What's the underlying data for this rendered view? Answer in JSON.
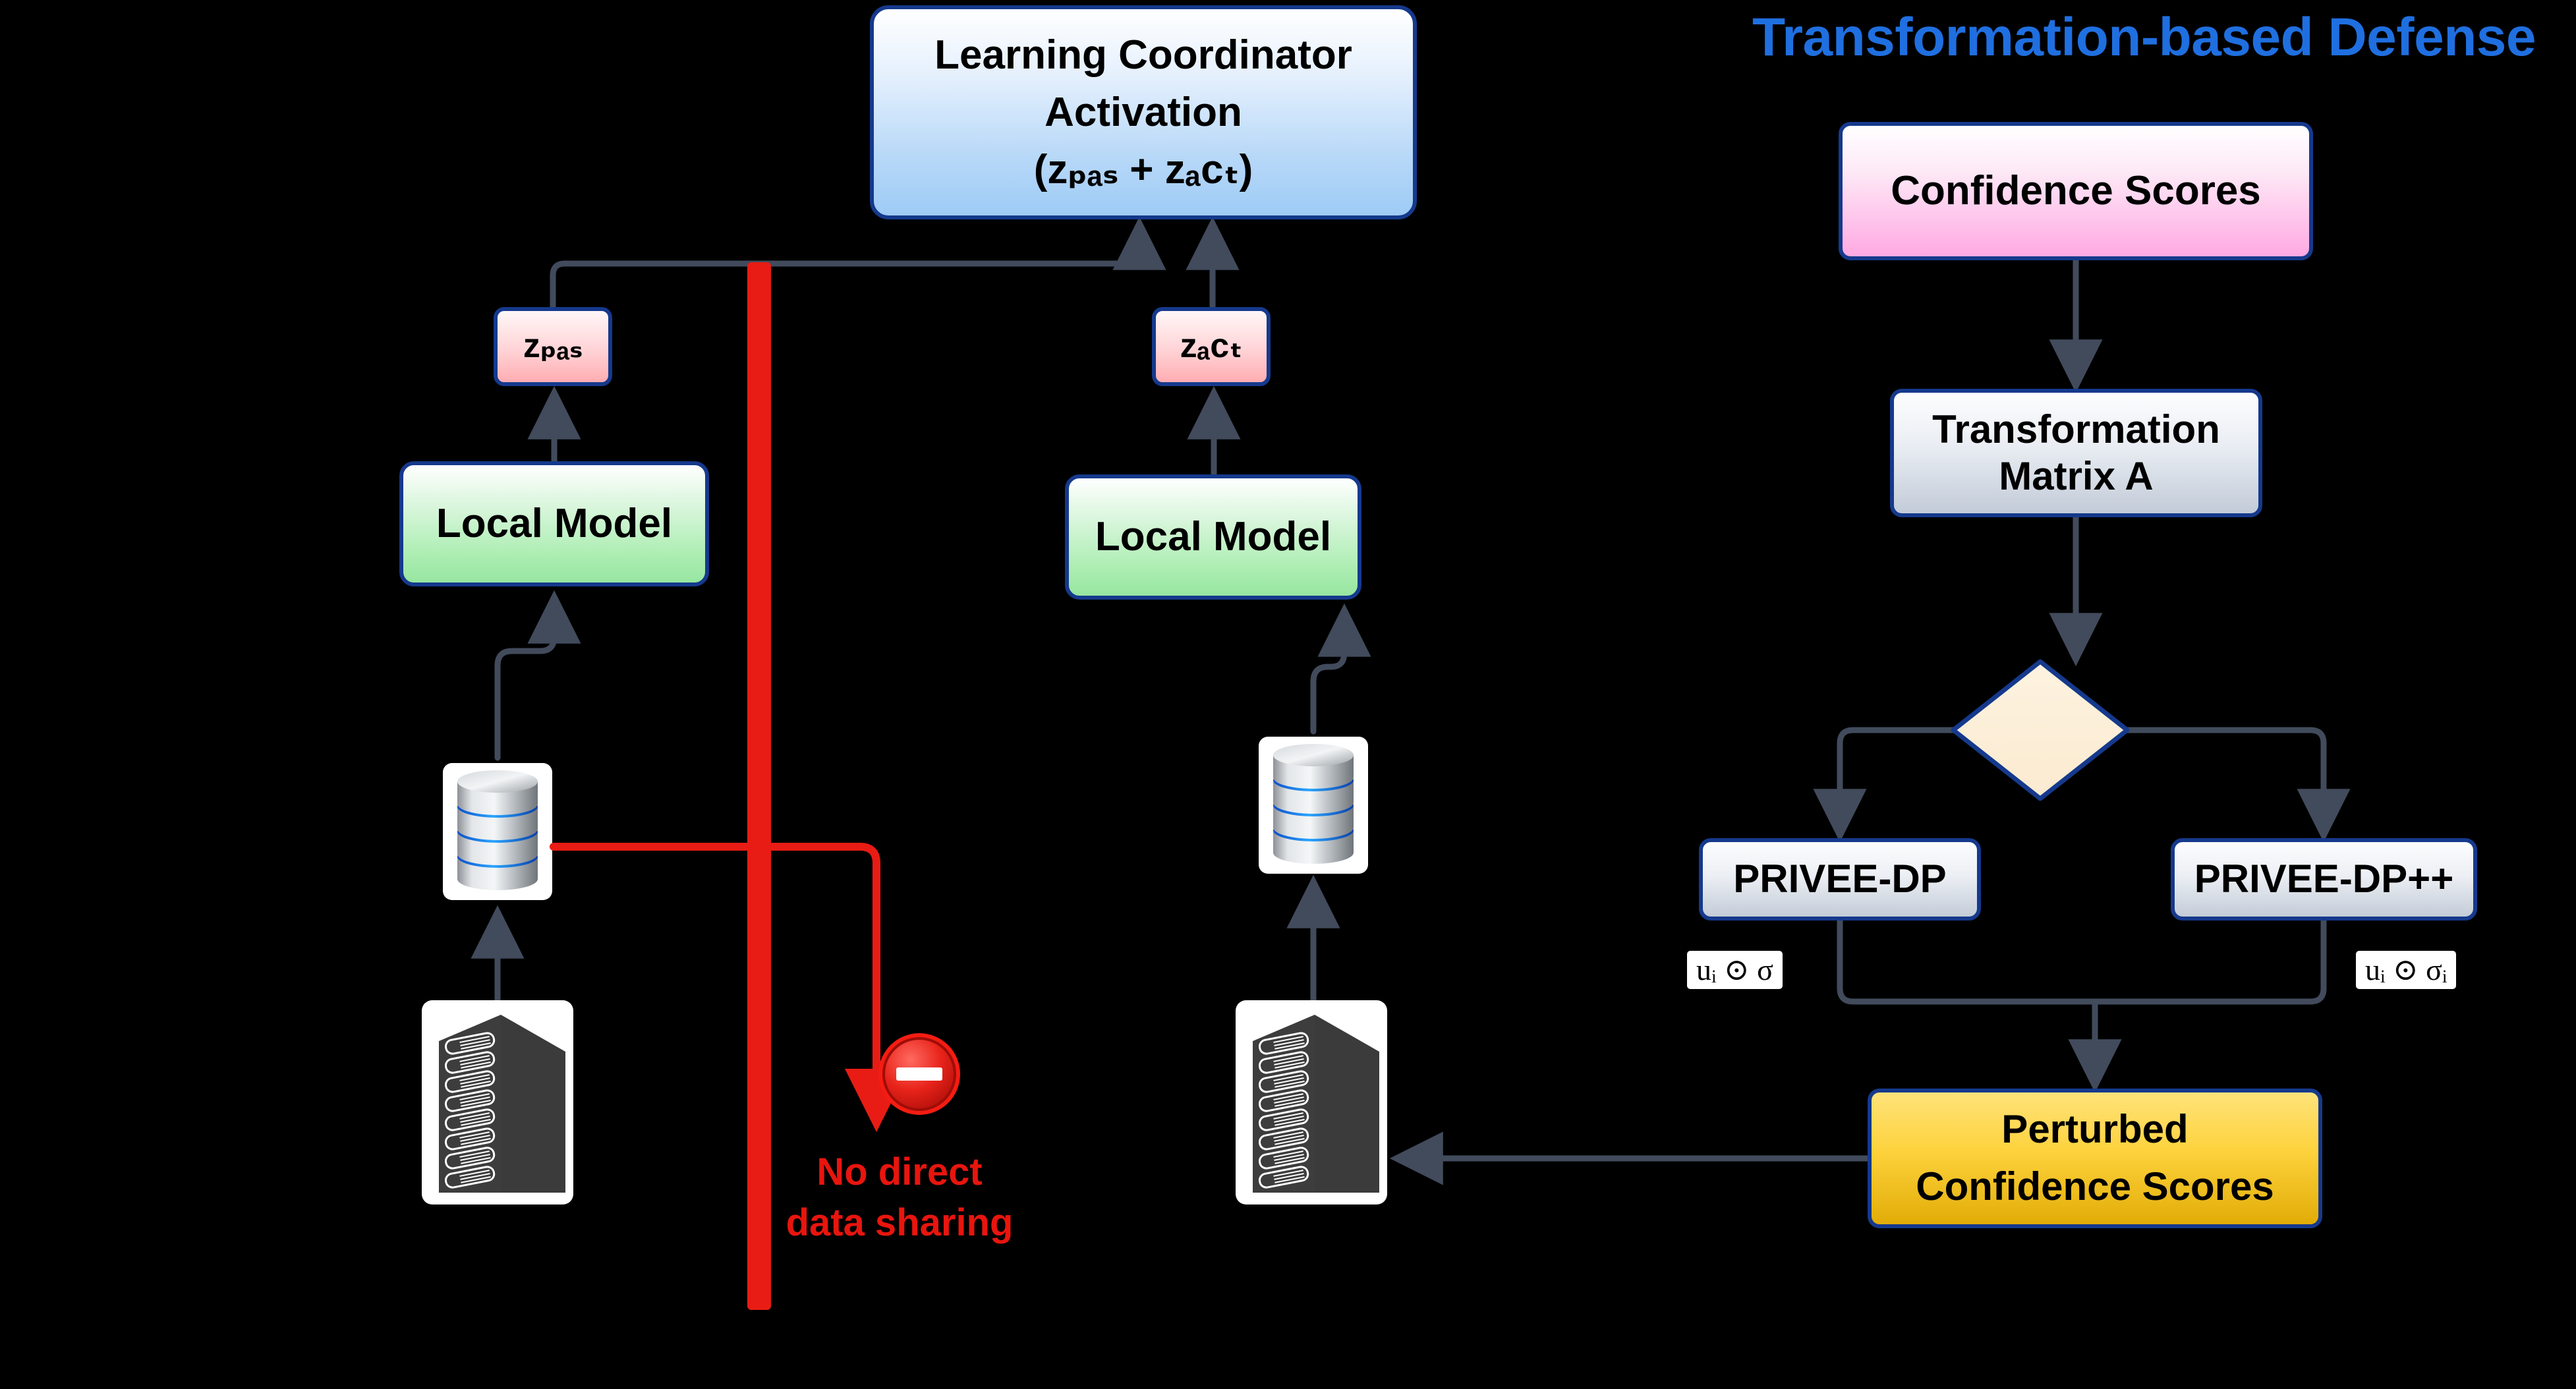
{
  "title": "Transformation-based Defense",
  "nodes": {
    "coordinator": {
      "line1": "Learning Coordinator",
      "line2": "Activation",
      "line3": "(zₚₐₛ + zₐᴄₜ)"
    },
    "z_pas": "zₚₐₛ",
    "z_act": "zₐᴄₜ",
    "local_model_left": "Local Model",
    "local_model_right": "Local Model",
    "confidence_scores": "Confidence Scores",
    "transformation_matrix": {
      "line1": "Transformation",
      "line2": "Matrix A"
    },
    "decision": "",
    "privee_dp": "PRIVEE-DP",
    "privee_dpp": "PRIVEE-DP++",
    "perturbed": {
      "line1": "Perturbed",
      "line2": "Confidence Scores"
    }
  },
  "math_labels": {
    "dp": "uᵢ ⊙ σ",
    "dpp": "uᵢ ⊙ σᵢ"
  },
  "annotation": {
    "no_sharing_line1": "No direct",
    "no_sharing_line2": "data sharing",
    "icon": "no-entry-icon"
  },
  "icons": {
    "database_left": "database-icon",
    "database_right": "database-icon",
    "server_left": "server-icon",
    "server_right": "server-icon"
  },
  "colors": {
    "background": "#000000",
    "title_blue": "#1f6fe0",
    "node_border": "#15398c",
    "wire": "#414b5c",
    "barrier_red": "#e81c14",
    "annotation_red": "#e8150e",
    "coordinator_fill": "#9ecbf6",
    "z_fill": "#ffadb2",
    "local_model_fill": "#97e6a0",
    "confidence_fill": "#ffa9e3",
    "matrix_fill": "#c2cbd8",
    "decision_fill": "#fdf0d9",
    "perturbed_fill": "#fdd23c"
  }
}
